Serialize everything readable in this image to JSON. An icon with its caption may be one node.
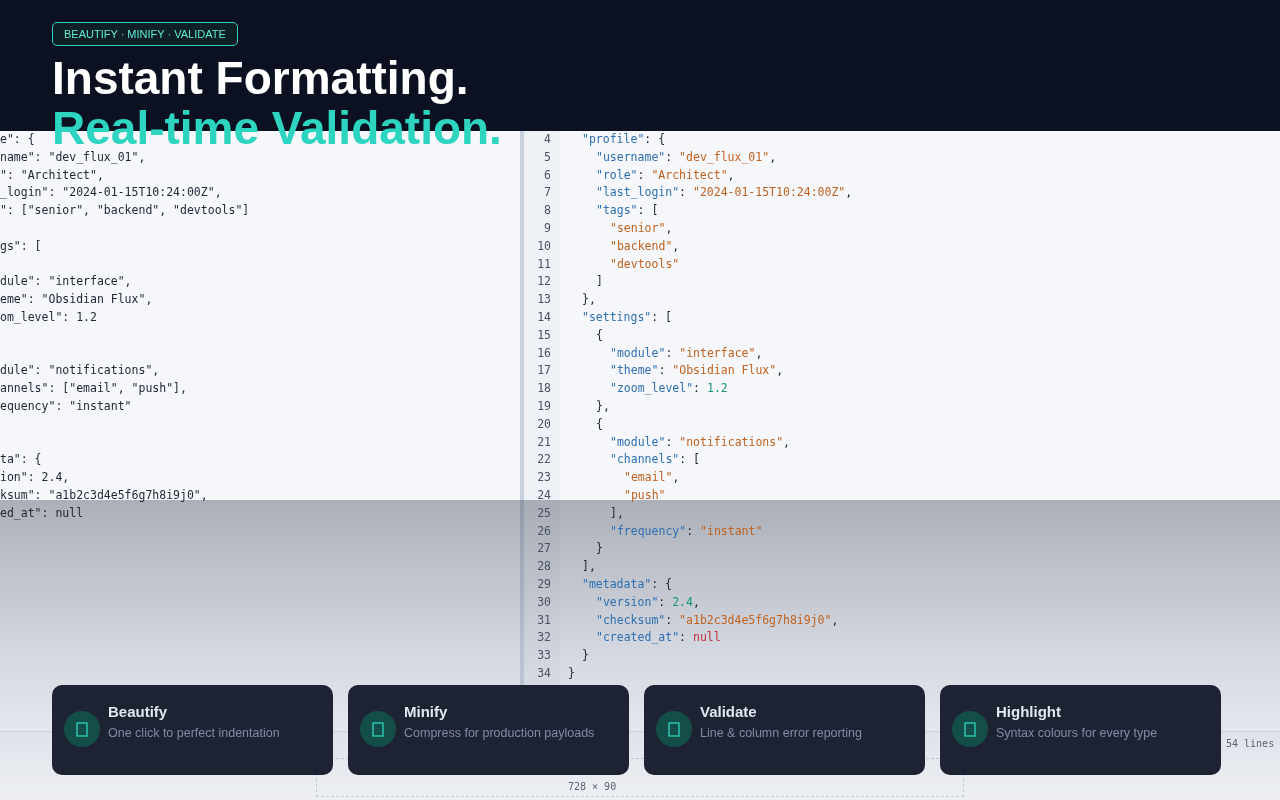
{
  "diagram": {
    "title": "Instant Formatting.",
    "nodes": [
      {
        "text": [
          "Beautify",
          "One click to perfect indentation"
        ]
      },
      {
        "text": [
          "Minify",
          "Compress for production payloads"
        ]
      },
      {
        "text": [
          "Validate",
          "Line & column error reporting"
        ]
      },
      {
        "text": [
          "Highlight",
          "Syntax colours for every type"
        ]
      }
    ],
    "labels": [
      "BEAUTIFY · MINIFY · VALIDATE",
      "Real-time Validation.",
      "e\": {",
      "name\": \"dev_flux_01\",",
      "\": \"Architect\",",
      "_login\": \"2024-01-15T10:24:00Z\",",
      "\": [\"senior\", \"backend\", \"devtools\"]",
      "gs\": [",
      "dule\": \"interface\",",
      "eme\": \"Obsidian Flux\",",
      "om_level\": 1.2",
      "dule\": \"notifications\",",
      "annels\": [\"email\", \"push\"],",
      "equency\": \"instant\"",
      "ta\": {",
      "ion\": 2.4,",
      "ksum\": \"a1b2c3d4e5f6g7h8i9j0\",",
      "ed_at\": null",
      "4",
      "\"profile\": {",
      "5",
      "\"username\": \"dev_flux_01\",",
      "6",
      "\"role\": \"Architect\",",
      "7",
      "\"last_login\": \"2024-01-15T10:24:00Z\",",
      "8",
      "\"tags\": [",
      "9",
      "\"senior\",",
      "10",
      "\"backend\",",
      "11",
      "\"devtools\"",
      "12",
      "]",
      "13",
      "},",
      "14",
      "\"settings\": [",
      "15",
      "{",
      "16",
      "\"module\": \"interface\",",
      "17",
      "\"theme\": \"Obsidian Flux\",",
      "18",
      "\"zoom_level\": 1.2",
      "19",
      "},",
      "20",
      "{",
      "21",
      "\"module\": \"notifications\",",
      "22",
      "\"channels\": [",
      "23",
      "\"email\",",
      "24",
      "\"push\"",
      "25",
      "],",
      "26",
      "\"frequency\": \"instant\"",
      "27",
      "}",
      "28",
      "],",
      "29",
      "\"metadata\": {",
      "30",
      "\"version\": 2.4,",
      "31",
      "\"checksum\": \"a1b2c3d4e5f6g7h8i9j0\",",
      "32",
      "\"created_at\": null",
      "33",
      "}",
      "34",
      "}",
      "54 lines",
      "728 × 90"
    ]
  }
}
